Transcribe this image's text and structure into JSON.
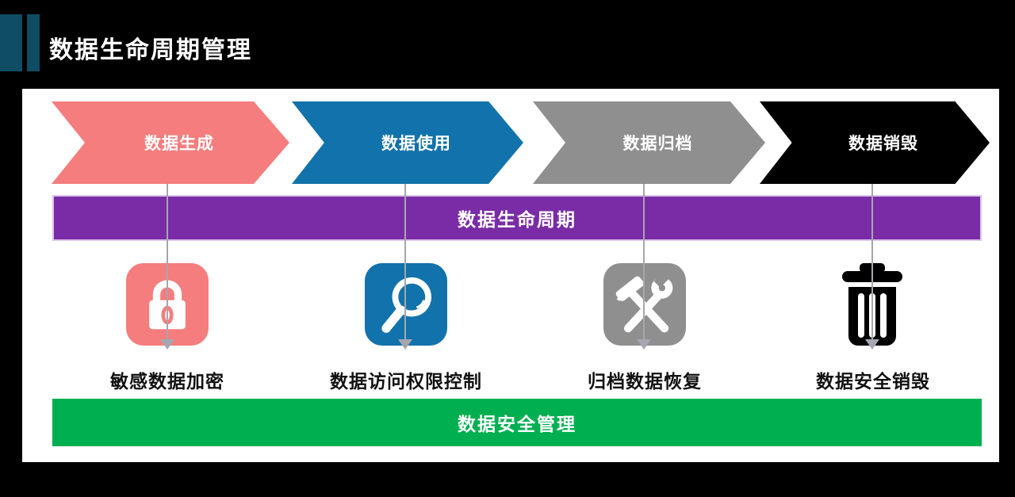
{
  "title": "数据生命周期管理",
  "colors": {
    "page_bg": "#000000",
    "panel_bg": "#FFFFFF",
    "accent_bar": "#0E4D63",
    "arrow": "#A6A6B0",
    "label_text": "#111111"
  },
  "stages": [
    {
      "label": "数据生成",
      "color": "#F57D7D"
    },
    {
      "label": "数据使用",
      "color": "#1272AB"
    },
    {
      "label": "数据归档",
      "color": "#8F8F8F"
    },
    {
      "label": "数据销毁",
      "color": "#000000"
    }
  ],
  "lifecycle_band": {
    "label": "数据生命周期",
    "color": "#7A2CA6"
  },
  "security_band": {
    "label": "数据安全管理",
    "color": "#00AF50"
  },
  "measures": [
    {
      "icon": "lock-icon",
      "label": "敏感数据加密",
      "color": "#F57D7D"
    },
    {
      "icon": "magnifier-icon",
      "label": "数据访问权限控制",
      "color": "#1272AB"
    },
    {
      "icon": "tools-icon",
      "label": "归档数据恢复",
      "color": "#8F8F8F"
    },
    {
      "icon": "trash-icon",
      "label": "数据安全销毁",
      "color": "#000000"
    }
  ]
}
